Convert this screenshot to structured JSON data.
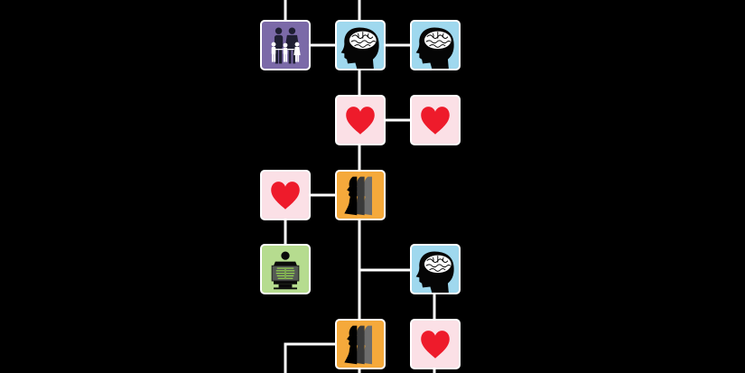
{
  "colors": {
    "background": "#000000",
    "connector": "#ffffff",
    "family": "#7b6aa8",
    "brain": "#9fd8ee",
    "heart": "#fbe0e6",
    "heart_fill": "#ee1b2b",
    "profiles": "#f5a93b",
    "xray": "#b6dc8f"
  },
  "nodes": [
    {
      "id": "family-1",
      "icon": "family-icon"
    },
    {
      "id": "brain-1",
      "icon": "brain-head-icon"
    },
    {
      "id": "brain-2",
      "icon": "brain-head-icon"
    },
    {
      "id": "heart-1",
      "icon": "heart-icon"
    },
    {
      "id": "heart-2",
      "icon": "heart-icon"
    },
    {
      "id": "heart-3",
      "icon": "heart-icon"
    },
    {
      "id": "profiles-1",
      "icon": "head-profiles-icon"
    },
    {
      "id": "xray-1",
      "icon": "chest-xray-icon"
    },
    {
      "id": "brain-3",
      "icon": "brain-head-icon"
    },
    {
      "id": "profiles-2",
      "icon": "head-profiles-icon"
    },
    {
      "id": "heart-4",
      "icon": "heart-icon"
    }
  ]
}
